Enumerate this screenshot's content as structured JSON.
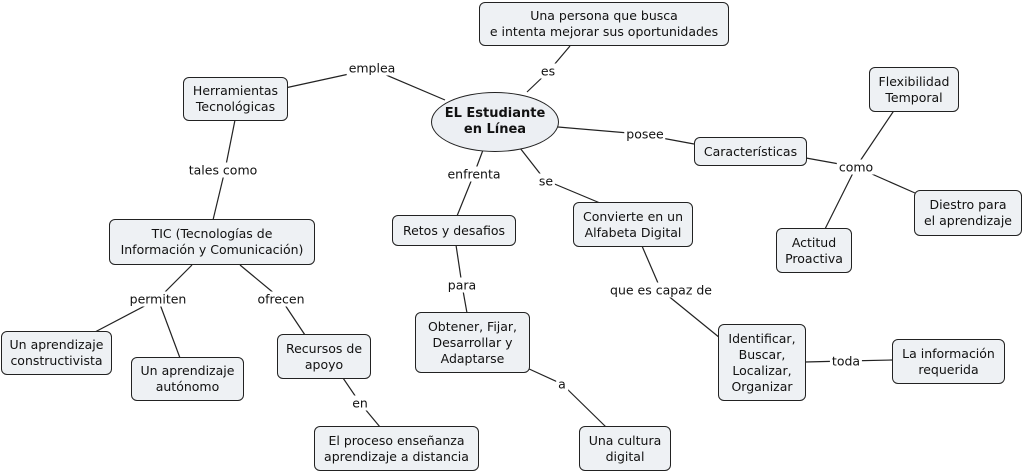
{
  "center": "EL Estudiante\nen Línea",
  "nodes": {
    "persona": "Una persona que busca\ne intenta mejorar sus oportunidades",
    "herramientas": "Herramientas\nTecnológicas",
    "tic": "TIC (Tecnologías de\nInformación y Comunicación)",
    "constructivista": "Un aprendizaje\nconstructivista",
    "autonomo": "Un aprendizaje\nautónomo",
    "recursos": "Recursos de\napoyo",
    "proceso": "El proceso enseñanza\naprendizaje a distancia",
    "retos": "Retos y desafios",
    "obtener": "Obtener, Fijar,\nDesarrollar y\nAdaptarse",
    "cultura": "Una cultura\ndigital",
    "convierte": "Convierte en un\nAlfabeta Digital",
    "identificar": "Identificar,\nBuscar,\nLocalizar,\nOrganizar",
    "informacion": "La información\nrequerida",
    "caracteristicas": "Características",
    "flexibilidad": "Flexibilidad\nTemporal",
    "diestro": "Diestro para\nel aprendizaje",
    "actitud": "Actitud\nProactiva"
  },
  "links": {
    "es": "es",
    "emplea": "emplea",
    "posee": "posee",
    "enfrenta": "enfrenta",
    "se": "se",
    "tales_como": "tales como",
    "como": "como",
    "permiten": "permiten",
    "ofrecen": "ofrecen",
    "para": "para",
    "que_es_capaz_de": "que es capaz de",
    "toda": "toda",
    "en": "en",
    "a": "a"
  },
  "colors": {
    "node_fill": "#eef1f4",
    "border": "#222222",
    "line": "#222222"
  }
}
